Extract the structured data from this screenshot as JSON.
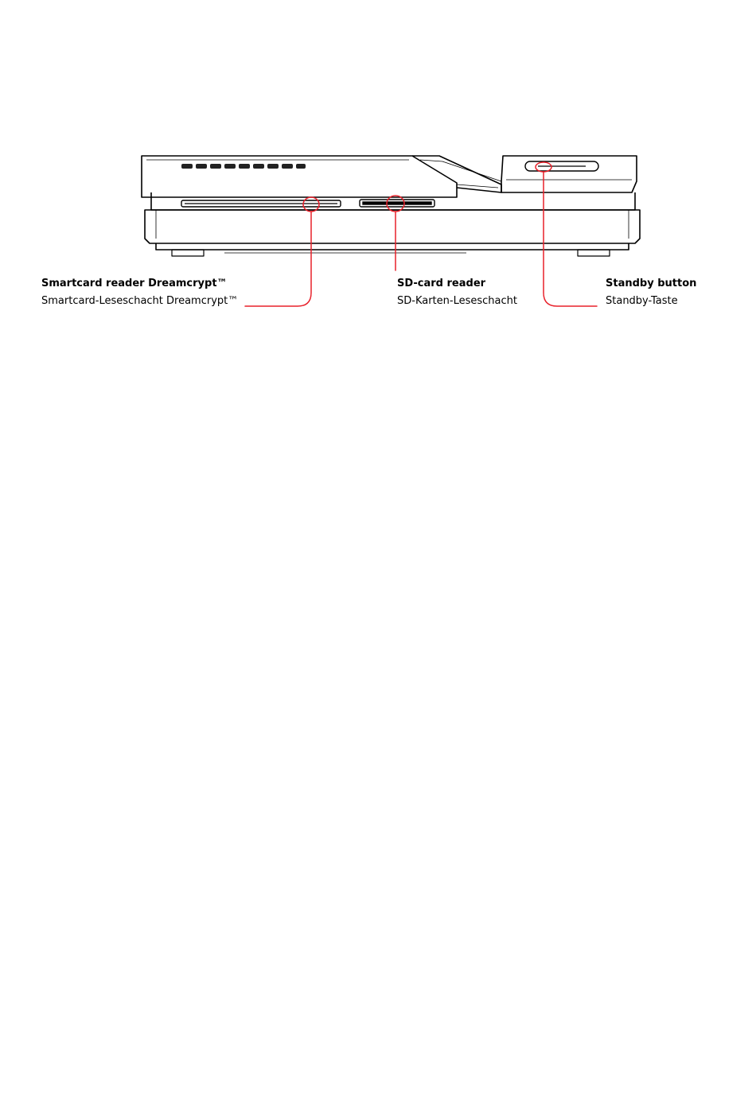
{
  "callouts": {
    "smartcard": {
      "label_en": "Smartcard reader Dreamcrypt™",
      "label_de": "Smartcard-Leseschacht Dreamcrypt™"
    },
    "sd": {
      "label_en": "SD-card reader",
      "label_de": "SD-Karten-Leseschacht"
    },
    "standby": {
      "label_en": "Standby button",
      "label_de": "Standby-Taste"
    }
  },
  "colors": {
    "callout_line": "#e8202a",
    "outline": "#000000"
  }
}
